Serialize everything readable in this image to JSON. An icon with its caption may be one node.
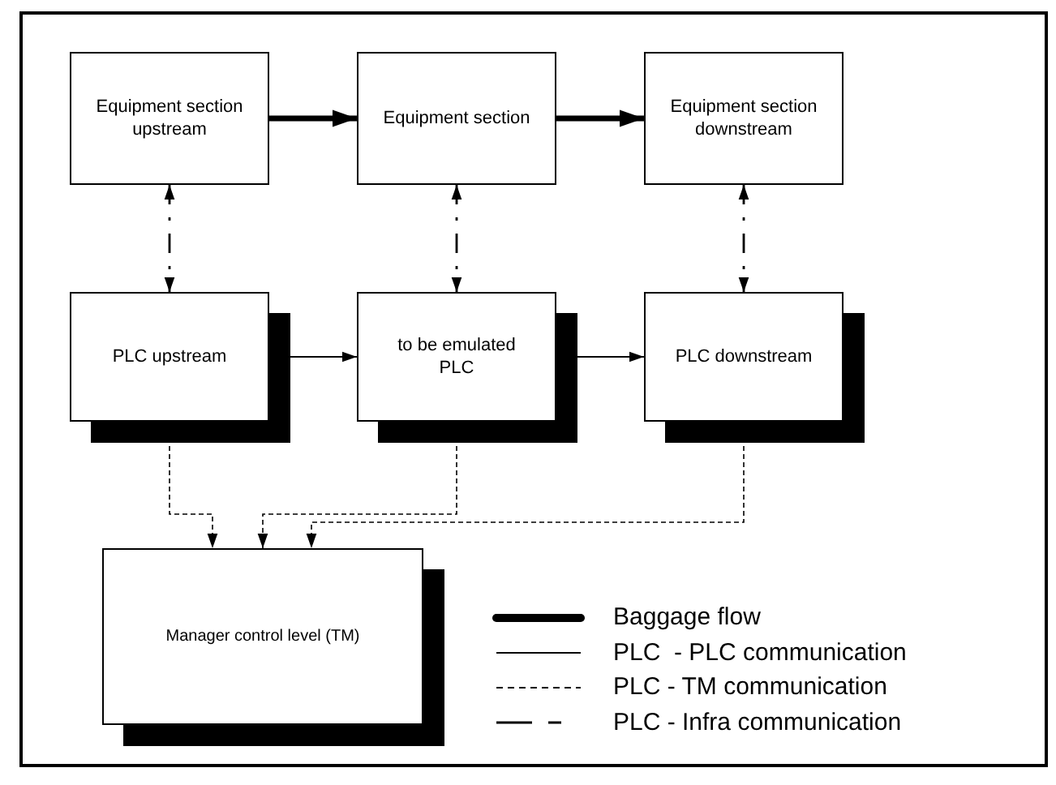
{
  "diagram": {
    "nodes": [
      {
        "text": [
          "Equipment section upstream"
        ]
      },
      {
        "text": [
          "Equipment section"
        ]
      },
      {
        "text": [
          "Equipment section downstream"
        ]
      },
      {
        "text": [
          "PLC upstream"
        ]
      },
      {
        "text": [
          "to be emulated PLC"
        ]
      },
      {
        "text": [
          "PLC downstream"
        ]
      },
      {
        "text": [
          "Manager control level (TM)"
        ]
      }
    ],
    "edges": [
      {
        "from": 0,
        "to": 1,
        "arrow": "to",
        "style": "thick"
      },
      {
        "from": 1,
        "to": 2,
        "arrow": "to",
        "style": "thick"
      },
      {
        "from": 0,
        "to": 3,
        "arrow": "both",
        "style": "dashed"
      },
      {
        "from": 1,
        "to": 4,
        "arrow": "both",
        "style": "dashed"
      },
      {
        "from": 2,
        "to": 5,
        "arrow": "both",
        "style": "dashed"
      },
      {
        "from": 3,
        "to": 4,
        "arrow": "to"
      },
      {
        "from": 4,
        "to": 5,
        "arrow": "to"
      },
      {
        "from": 3,
        "to": 6,
        "arrow": "to",
        "style": "dashed"
      },
      {
        "from": 4,
        "to": 6,
        "arrow": "to",
        "style": "dashed"
      },
      {
        "from": 5,
        "to": 6,
        "arrow": "to",
        "style": "dashed"
      }
    ],
    "legend": [
      {
        "text": "Baggage flow"
      },
      {
        "text": "PLC  - PLC communication"
      },
      {
        "text": "PLC - TM communication"
      },
      {
        "text": "PLC - Infra communication"
      }
    ]
  }
}
